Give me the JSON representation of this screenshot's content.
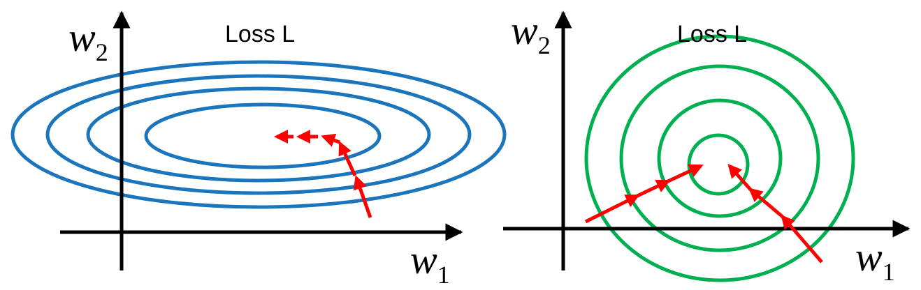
{
  "panels": [
    {
      "title": "Loss L",
      "x_axis": {
        "var": "w",
        "sub": "1"
      },
      "y_axis": {
        "var": "w",
        "sub": "2"
      },
      "contour_color": "#1B75BC"
    },
    {
      "title": "Loss L",
      "x_axis": {
        "var": "w",
        "sub": "1"
      },
      "y_axis": {
        "var": "w",
        "sub": "2"
      },
      "contour_color": "#00B050"
    }
  ],
  "arrow_color": "#FF0000",
  "axis_color": "#000000"
}
